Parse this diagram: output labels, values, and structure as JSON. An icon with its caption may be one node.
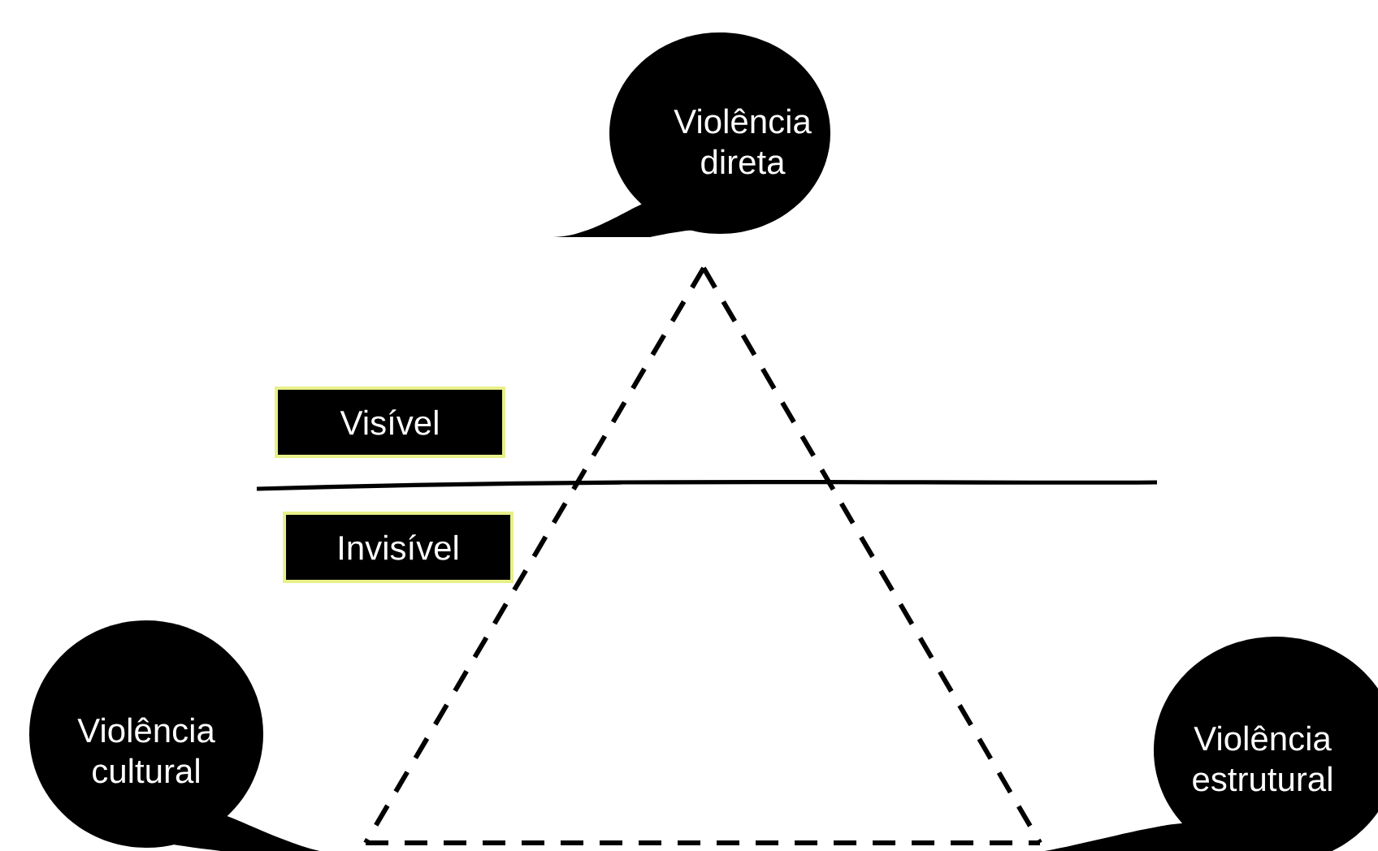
{
  "diagram": {
    "nodes": [
      {
        "text": [
          "Violência direta"
        ]
      },
      {
        "text": [
          "Visível"
        ]
      },
      {
        "text": [
          "Invisível"
        ]
      },
      {
        "text": [
          "Violência cultural"
        ]
      },
      {
        "text": [
          "Violência estrutural"
        ]
      }
    ],
    "edges": [
      {
        "from": 0,
        "to": 3,
        "arrow": "none",
        "style": "dashed"
      },
      {
        "from": 0,
        "to": 4,
        "arrow": "none",
        "style": "dashed"
      },
      {
        "from": 3,
        "to": 4,
        "arrow": "none",
        "style": "dashed"
      }
    ]
  }
}
